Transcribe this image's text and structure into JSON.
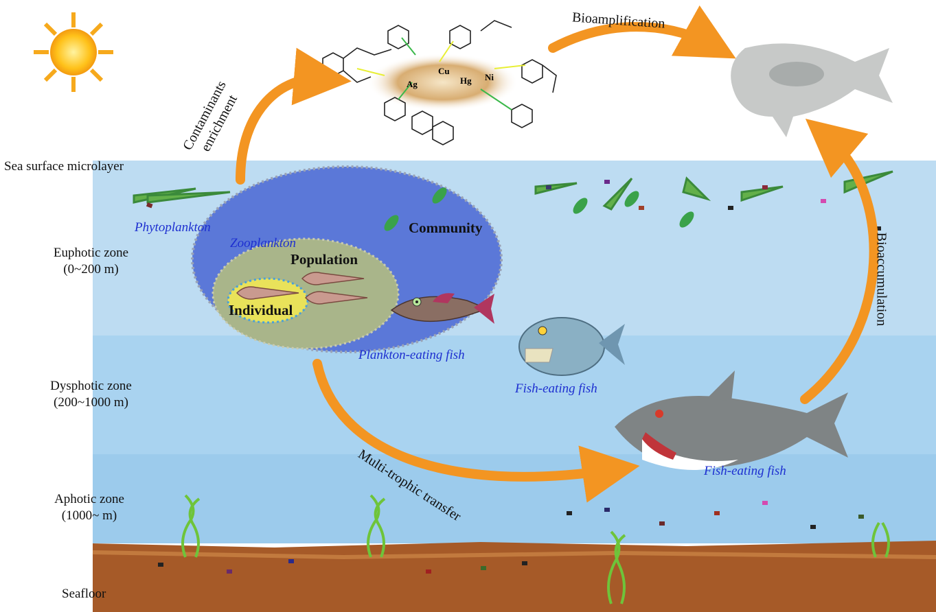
{
  "zones": {
    "surface": "Sea surface microlayer",
    "euphotic": [
      "Euphotic zone",
      "(0~200 m)"
    ],
    "dysphotic": [
      "Dysphotic zone",
      "(200~1000 m)"
    ],
    "aphotic": [
      "Aphotic zone",
      "(1000~ m)"
    ],
    "seafloor": "Seafloor"
  },
  "processes": {
    "enrichment": [
      "Contaminants",
      "enrichment"
    ],
    "bioamplification": "Bioamplification",
    "bioaccumulation": "Bioaccumulation",
    "multi_trophic": "Multi-trophic transfer"
  },
  "organisms": {
    "phytoplankton": "Phytoplankton",
    "zooplankton": "Zooplankton",
    "plankton_fish": "Plankton-eating fish",
    "fish_eating_1": "Fish-eating fish",
    "fish_eating_2": "Fish-eating fish"
  },
  "levels": {
    "community": "Community",
    "population": "Population",
    "individual": "Individual"
  },
  "metals": [
    "Cu",
    "Ag",
    "Hg",
    "Ni"
  ],
  "colors": {
    "sky": "#ffffff",
    "water_top": "#bddcf2",
    "water_mid": "#a9d3f0",
    "water_deep": "#9ccbec",
    "seafloor": "#a65a28",
    "arrow": "#f39522",
    "community_ellipse": "#5b78d8",
    "population_ellipse": "#a9b58a",
    "individual_ellipse": "#e9e25a",
    "shark": "#7f8485",
    "label_blue": "#1d2fd0"
  }
}
